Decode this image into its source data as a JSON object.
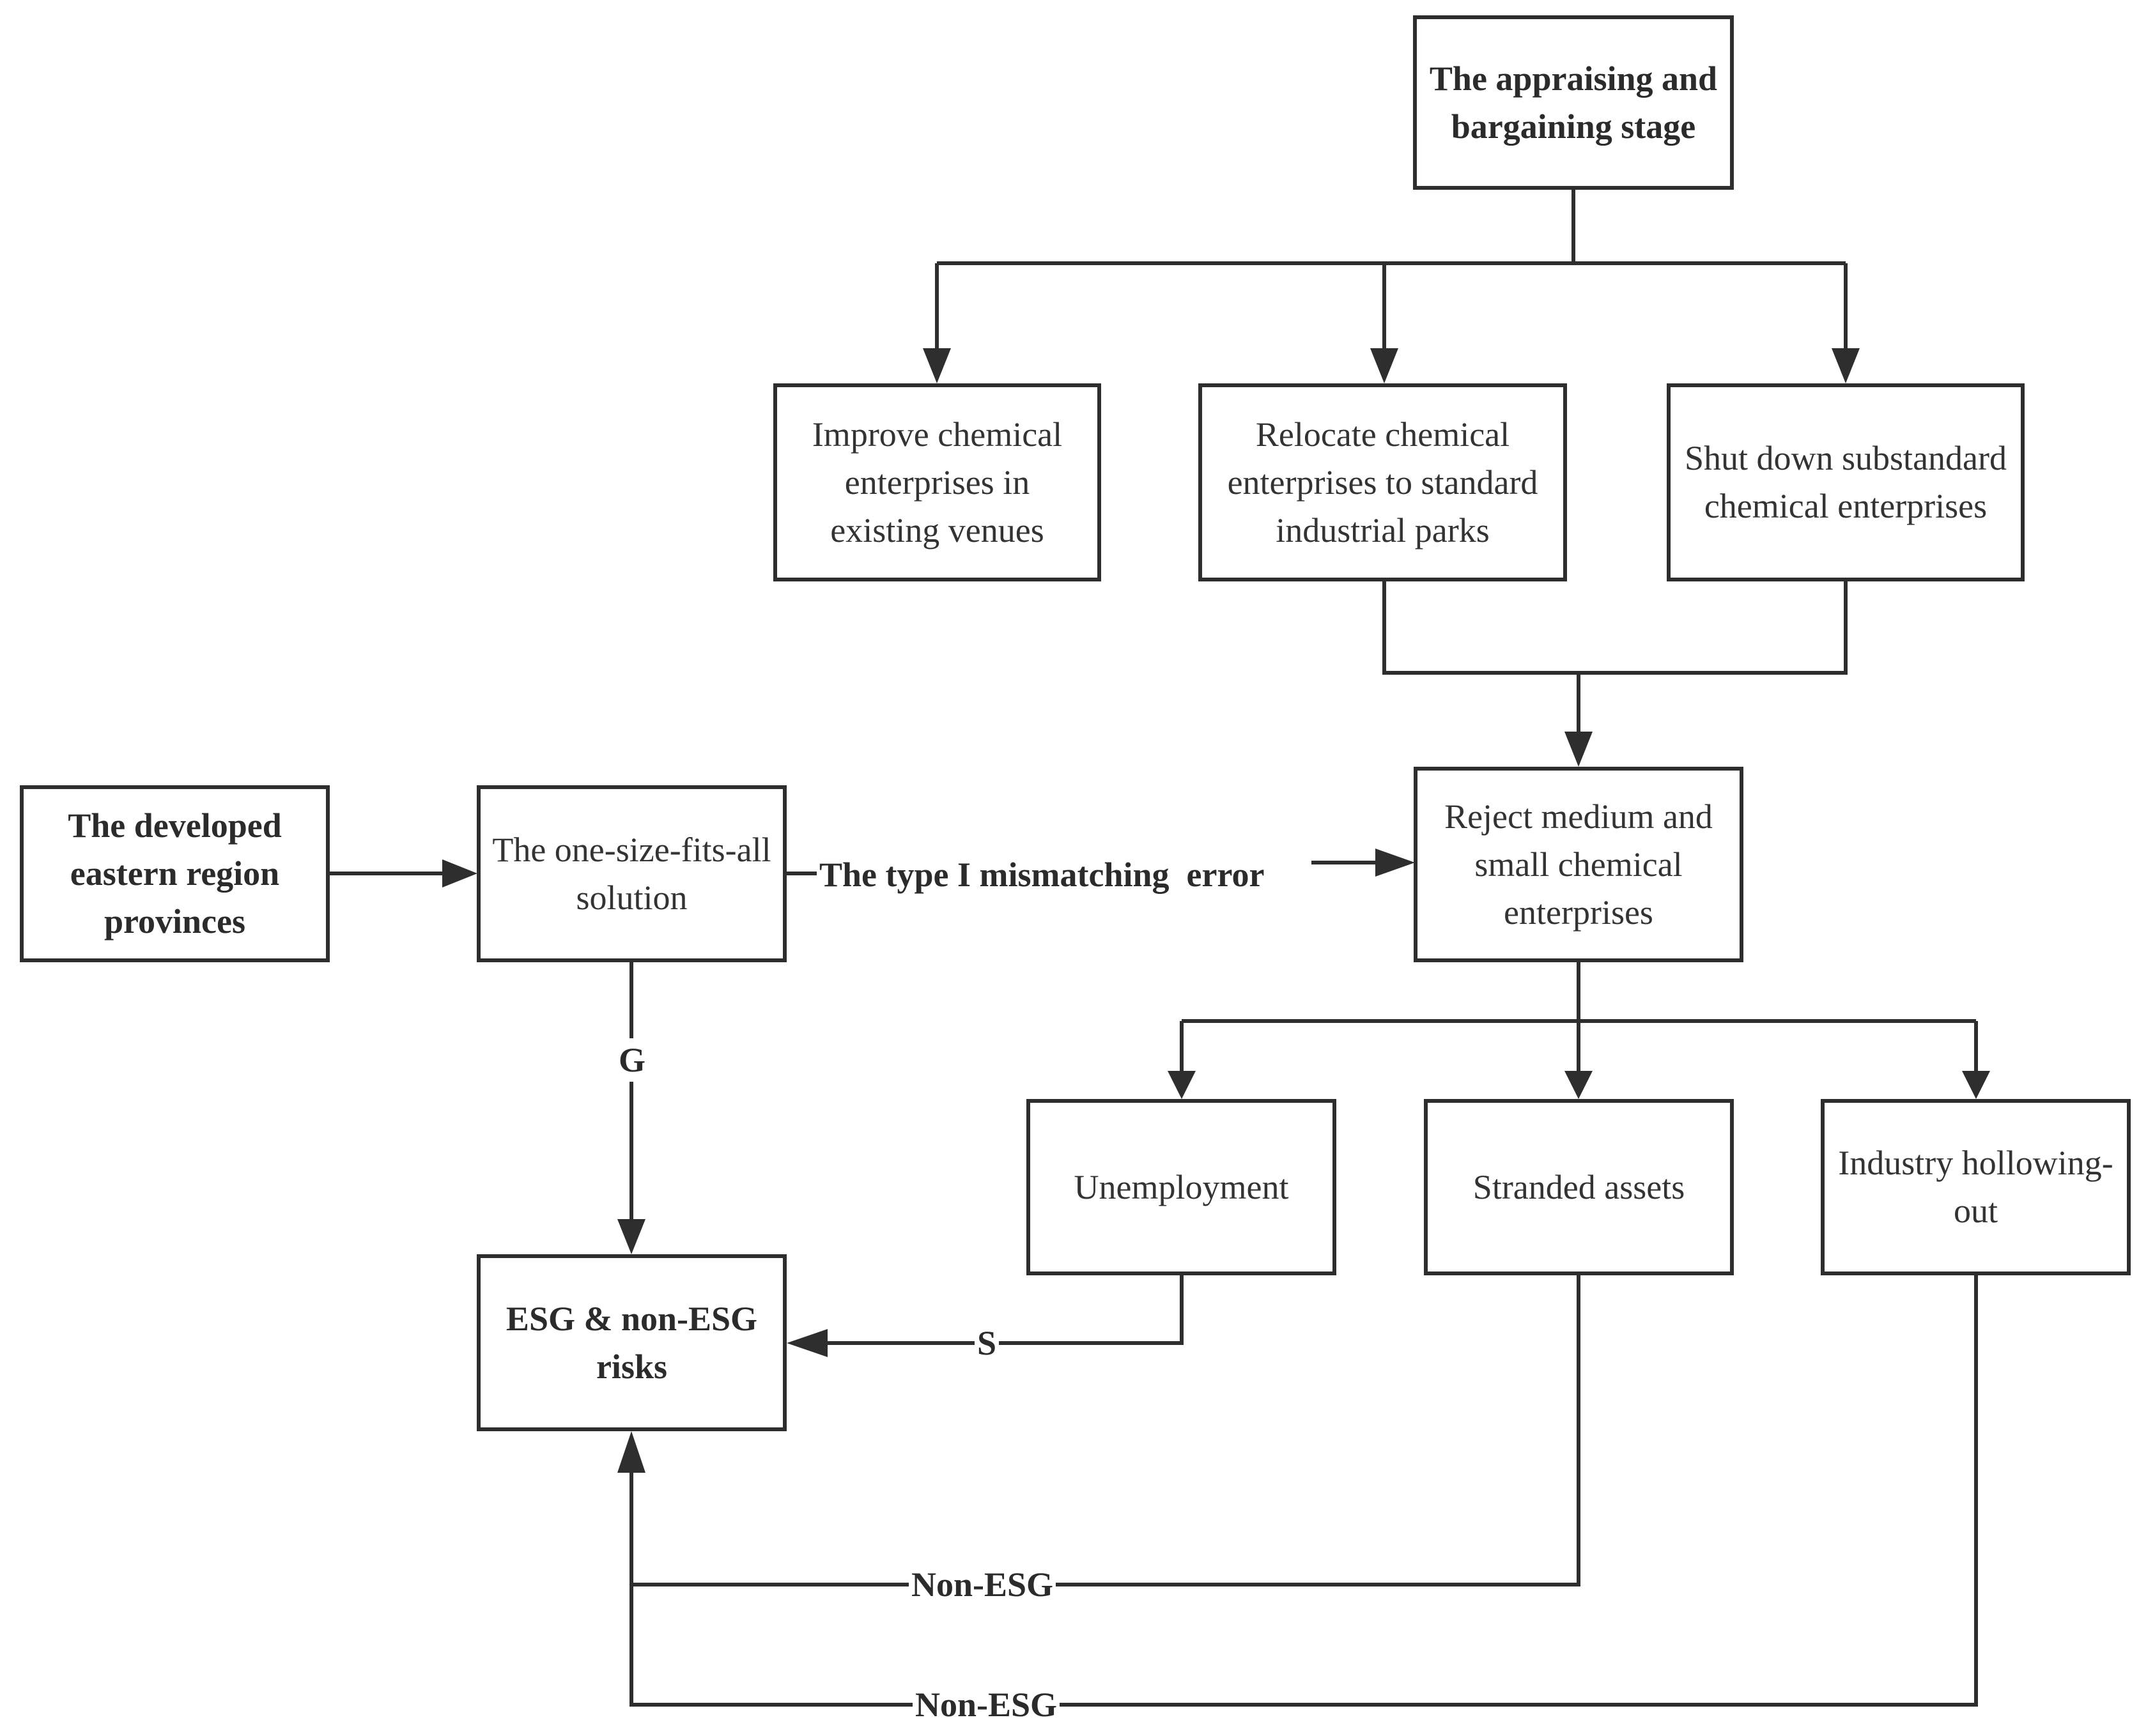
{
  "nodes": {
    "appraising_stage": "The appraising and bargaining stage",
    "improve": "Improve chemical enterprises in existing venues",
    "relocate": "Relocate chemical enterprises to standard industrial parks",
    "shutdown": "Shut down substandard chemical enterprises",
    "reject": "Reject medium and small chemical enterprises",
    "developed_east": "The developed eastern region provinces",
    "one_size": "The one-size-fits-all solution",
    "unemployment": "Unemployment",
    "stranded": "Stranded assets",
    "hollowing": "Industry hollowing-out",
    "esg_risks": "ESG & non-ESG risks"
  },
  "edge_labels": {
    "type_one_error": "The type I mismatching  error",
    "g": "G",
    "s": "S",
    "non_esg_1": "Non-ESG",
    "non_esg_2": "Non-ESG"
  },
  "colors": {
    "stroke": "#2e2e2e",
    "text": "#333333"
  }
}
